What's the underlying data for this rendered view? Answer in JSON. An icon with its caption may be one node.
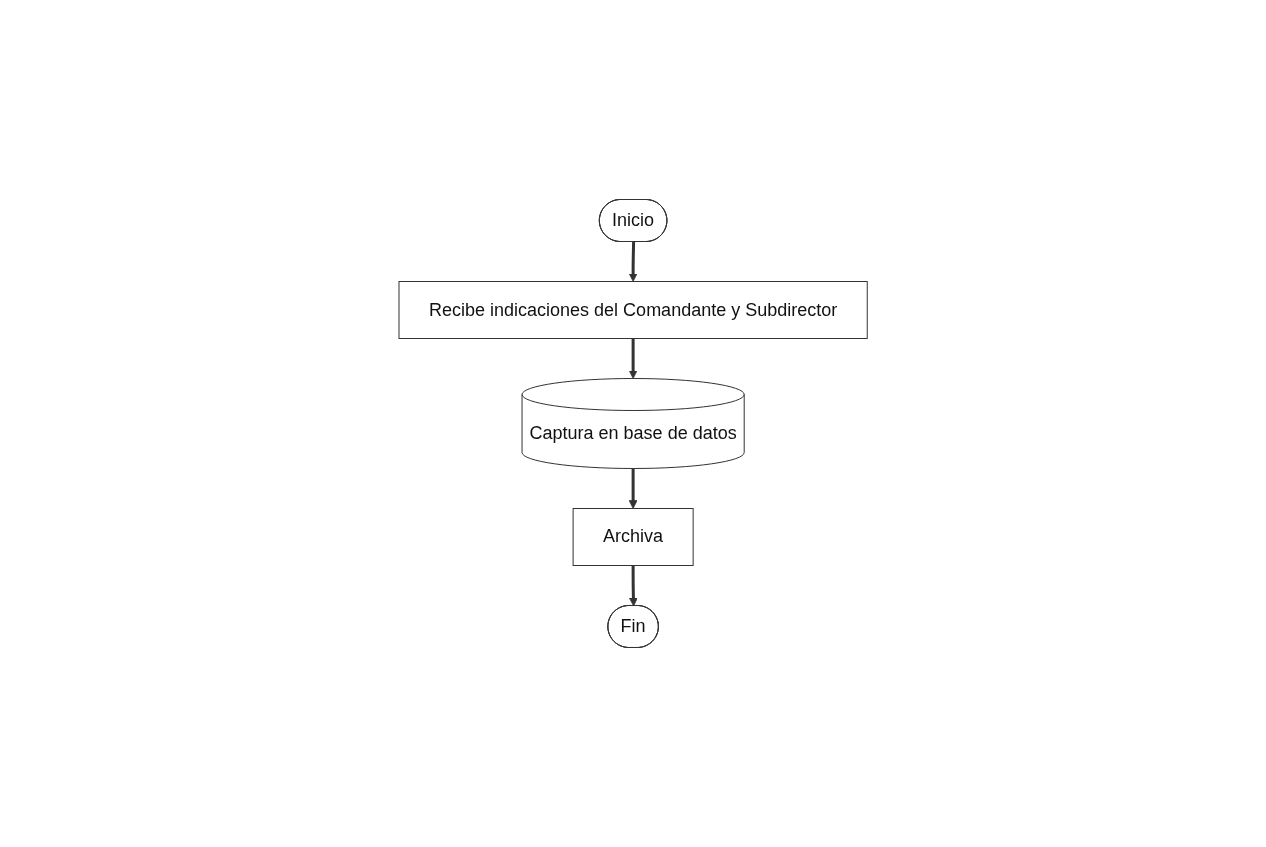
{
  "diagram": {
    "nodes": [
      {
        "text": [
          "Inicio"
        ]
      },
      {
        "text": [
          "Recibe indicaciones del Comandante y Subdirector"
        ]
      },
      {
        "text": [
          "Captura en base de datos"
        ]
      },
      {
        "text": [
          "Archiva"
        ]
      },
      {
        "text": [
          "Fin"
        ]
      }
    ],
    "edges": [
      {
        "from": 0,
        "to": 1,
        "arrow": "to"
      },
      {
        "from": 1,
        "to": 2,
        "arrow": "to"
      },
      {
        "from": 2,
        "to": 3,
        "arrow": "to"
      },
      {
        "from": 3,
        "to": 4,
        "arrow": "to"
      }
    ]
  }
}
